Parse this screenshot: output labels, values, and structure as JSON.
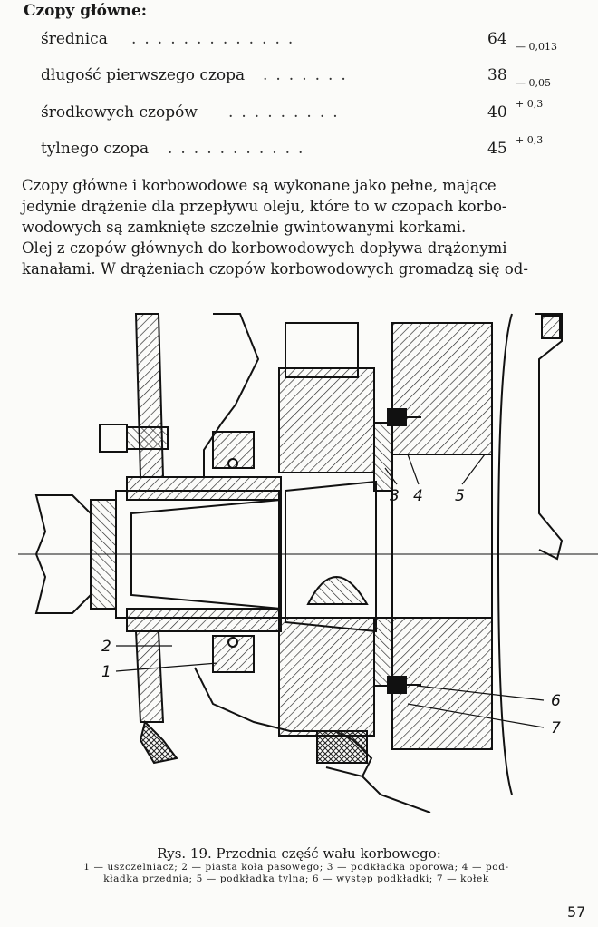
{
  "heading": "Czopy główne:",
  "specs": [
    {
      "label": "średnica",
      "value": "64",
      "tolerance": "— 0,013"
    },
    {
      "label": "długość pierwszego czopa",
      "value": "38",
      "tolerance": "— 0,05"
    },
    {
      "label": "środkowych czopów",
      "value": "40",
      "tolerance": "+ 0,3"
    },
    {
      "label": "tylnego czopa",
      "value": "45",
      "tolerance": "+ 0,3"
    }
  ],
  "paragraph1": [
    "Czopy główne i korbowodowe są wykonane jako pełne, mające",
    "jedynie drążenie dla przepływu oleju, które to w czopach korbo-",
    "wodowych są zamknięte szczelnie gwintowanymi korkami."
  ],
  "paragraph2": [
    "Olej z czopów głównych do korbowodowych dopływa drążonymi",
    "kanałami. W drążeniach czopów korbowodowych gromadzą się od-"
  ],
  "figure": {
    "labels": [
      "1",
      "2",
      "3",
      "4",
      "5",
      "6",
      "7"
    ],
    "caption": "Rys. 19. Przednia część wału korbowego:",
    "legend": [
      "1 — uszczelniacz; 2 — piasta koła pasowego; 3 — podkładka oporowa; 4 — pod-",
      "kładka przednia; 5 — podkładka tylna; 6 — występ podkładki; 7 — kołek"
    ]
  },
  "page_number": "57"
}
